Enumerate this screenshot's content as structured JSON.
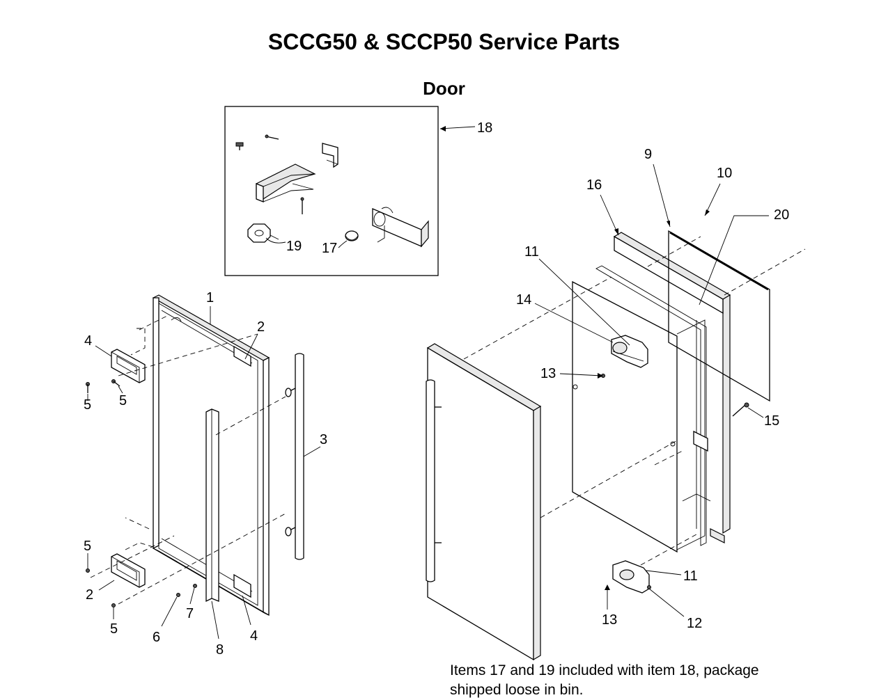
{
  "title": "SCCG50 & SCCP50 Service Parts",
  "subtitle": "Door",
  "note": {
    "line1": "Items 17 and 19 included with item 18, package",
    "line2": "shipped loose in bin."
  },
  "callouts": {
    "c1": "1",
    "c2a": "2",
    "c2b": "2",
    "c3": "3",
    "c4a": "4",
    "c4b": "4",
    "c5a": "5",
    "c5b": "5",
    "c5c": "5",
    "c5d": "5",
    "c6": "6",
    "c7": "7",
    "c8": "8",
    "c9": "9",
    "c10": "10",
    "c11a": "11",
    "c11b": "11",
    "c12": "12",
    "c13a": "13",
    "c13b": "13",
    "c14": "14",
    "c15": "15",
    "c16": "16",
    "c17": "17",
    "c18": "18",
    "c19": "19",
    "c20": "20"
  }
}
